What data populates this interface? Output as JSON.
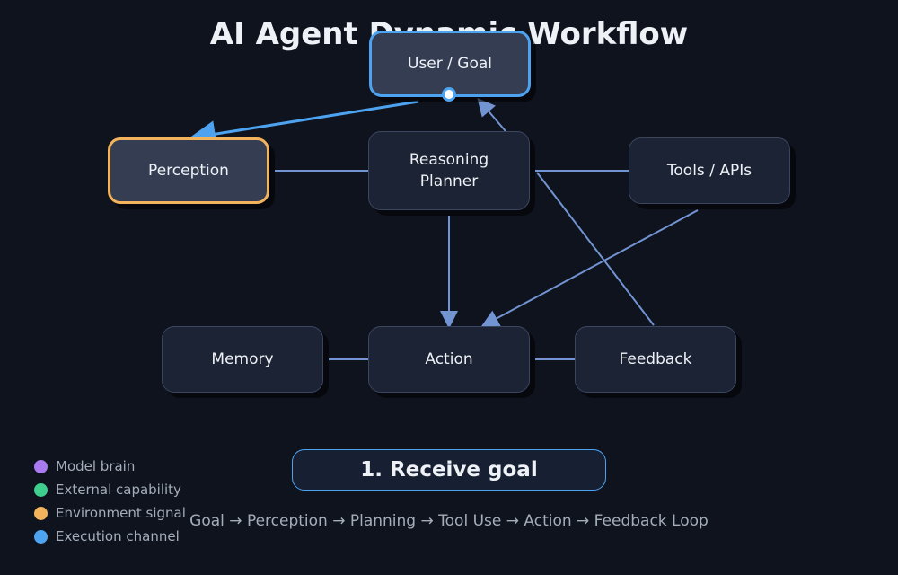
{
  "title": "AI Agent Dynamic Workflow",
  "nodes": {
    "user_goal": "User / Goal",
    "perception": "Perception",
    "reasoning_planner": "Reasoning\nPlanner",
    "tools_apis": "Tools / APIs",
    "memory": "Memory",
    "action": "Action",
    "feedback": "Feedback"
  },
  "active_step": "1. Receive goal",
  "flow_caption": "Goal → Perception → Planning → Tool Use → Action → Feedback Loop",
  "legend": [
    {
      "label": "Model brain",
      "color": "#a97af0"
    },
    {
      "label": "External capability",
      "color": "#3ecf8e"
    },
    {
      "label": "Environment signal",
      "color": "#f2b35c"
    },
    {
      "label": "Execution channel",
      "color": "#4ea3f0"
    }
  ],
  "colors": {
    "link": "#7394d2",
    "active_link": "#4ea3f0",
    "highlight_blue": "#4ea3f0",
    "highlight_amber": "#f2b35c"
  }
}
